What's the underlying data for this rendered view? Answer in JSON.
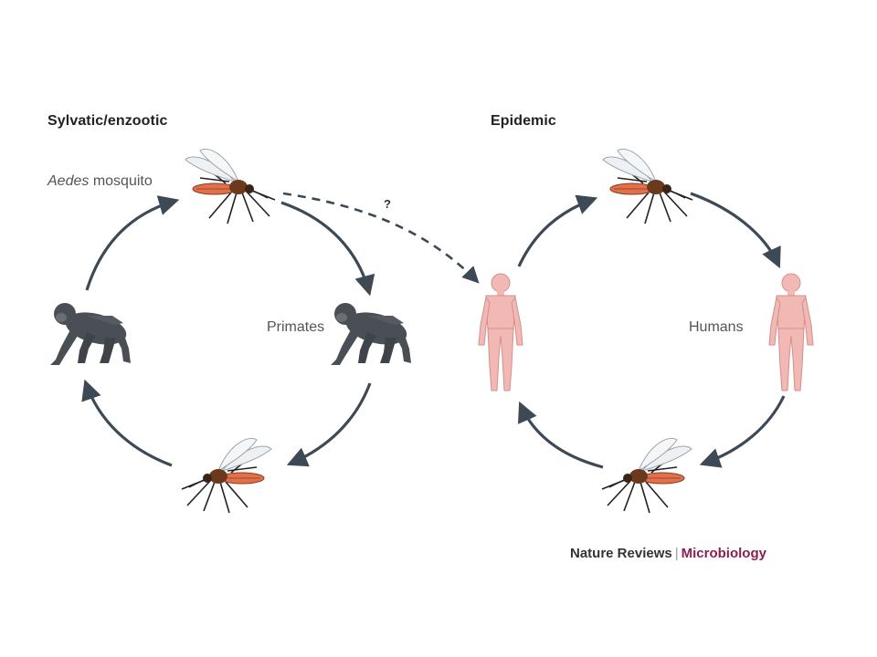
{
  "diagram": {
    "sylvatic": {
      "heading": "Sylvatic/enzootic",
      "vector_label_italic": "Aedes",
      "vector_label_rest": " mosquito",
      "host_label": "Primates"
    },
    "epidemic": {
      "heading": "Epidemic",
      "host_label": "Humans"
    },
    "spillover_label": "?",
    "credit": {
      "publisher": "Nature Reviews",
      "separator": "|",
      "journal": "Microbiology"
    },
    "colors": {
      "arrow": "#3d4a56",
      "primate": "#4a4f55",
      "human": "#f2b9b4",
      "mosquito_body": "#6b3a1c",
      "mosquito_abdomen": "#e0714a",
      "journal": "#8a1f52"
    },
    "icons": [
      "mosquito-icon",
      "primate-icon",
      "human-icon"
    ]
  }
}
